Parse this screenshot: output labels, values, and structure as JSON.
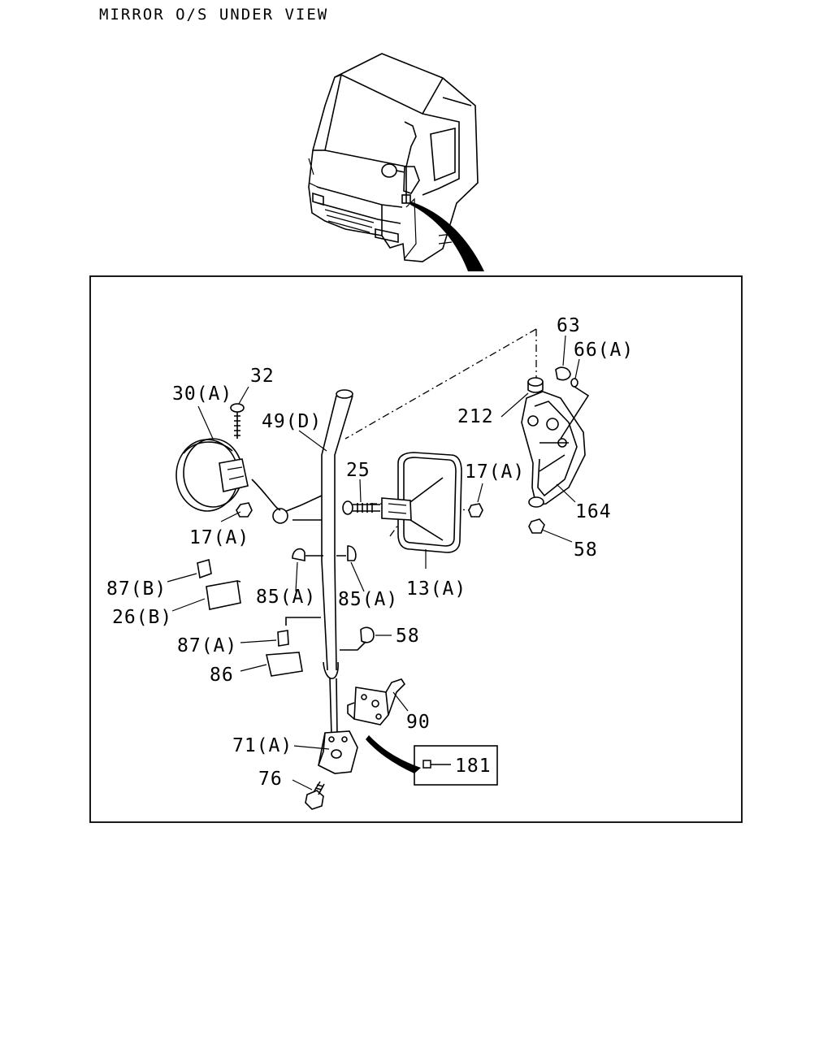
{
  "title": "MIRROR O/S UNDER VIEW",
  "labels": {
    "p63": "63",
    "p66a": "66(A)",
    "p32": "32",
    "p30a": "30(A)",
    "p49d": "49(D)",
    "p212": "212",
    "p25": "25",
    "p17a_right": "17(A)",
    "p164": "164",
    "p17a_left": "17(A)",
    "p58_top": "58",
    "p87b": "87(B)",
    "p85a_left": "85(A)",
    "p85a_right": "85(A)",
    "p13a": "13(A)",
    "p26b": "26(B)",
    "p87a": "87(A)",
    "p58_mid": "58",
    "p86": "86",
    "p90": "90",
    "p71a": "71(A)",
    "p181": "181",
    "p76": "76"
  }
}
